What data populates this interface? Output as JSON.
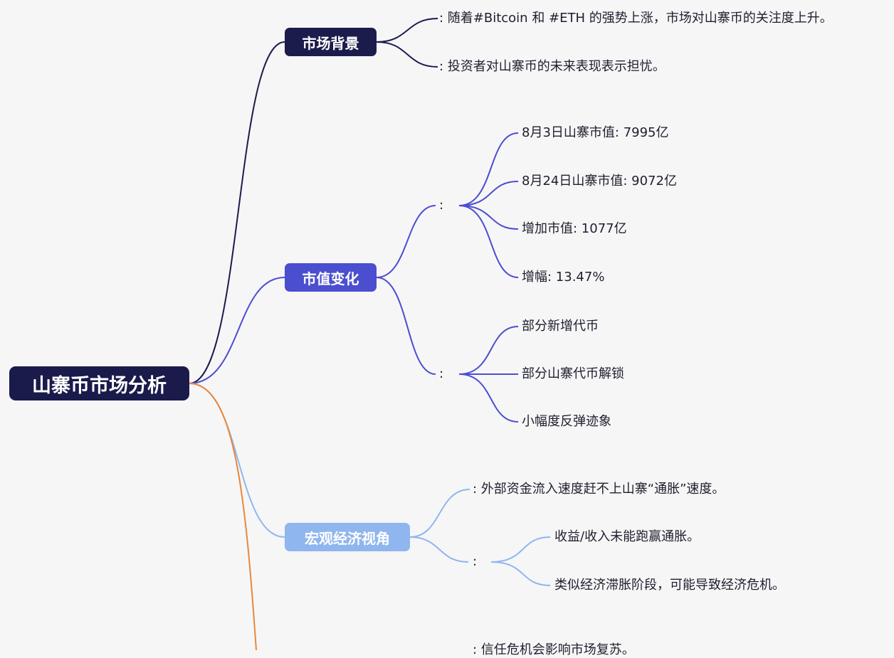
{
  "mindmap": {
    "root": "山寨币市场分析",
    "branches": [
      {
        "label": "市场背景",
        "color": "#1c1c4c",
        "children": [
          {
            "text": ": 随着#Bitcoin 和 #ETH 的强势上涨，市场对山寨币的关注度上升。"
          },
          {
            "text": ": 投资者对山寨币的未来表现表示担忧。"
          }
        ]
      },
      {
        "label": "市值变化",
        "color": "#4b4ecf",
        "children": [
          {
            "text": ":",
            "children": [
              "8月3日山寨市值: 7995亿",
              "8月24日山寨市值: 9072亿",
              "增加市值: 1077亿",
              "增幅: 13.47%"
            ]
          },
          {
            "text": ":",
            "children": [
              "部分新增代币",
              "部分山寨代币解锁",
              "小幅度反弹迹象"
            ]
          }
        ]
      },
      {
        "label": "宏观经济视角",
        "color": "#8fb6ee",
        "children": [
          {
            "text": ": 外部资金流入速度赶不上山寨“通胀”速度。"
          },
          {
            "text": ":",
            "children": [
              "收益/收入未能跑赢通胀。",
              "类似经济滞胀阶段，可能导致经济危机。"
            ]
          }
        ]
      },
      {
        "label": "",
        "color": "#e8883a",
        "children": [
          {
            "text": ": 信任危机会影响市场复苏。"
          }
        ]
      }
    ]
  }
}
